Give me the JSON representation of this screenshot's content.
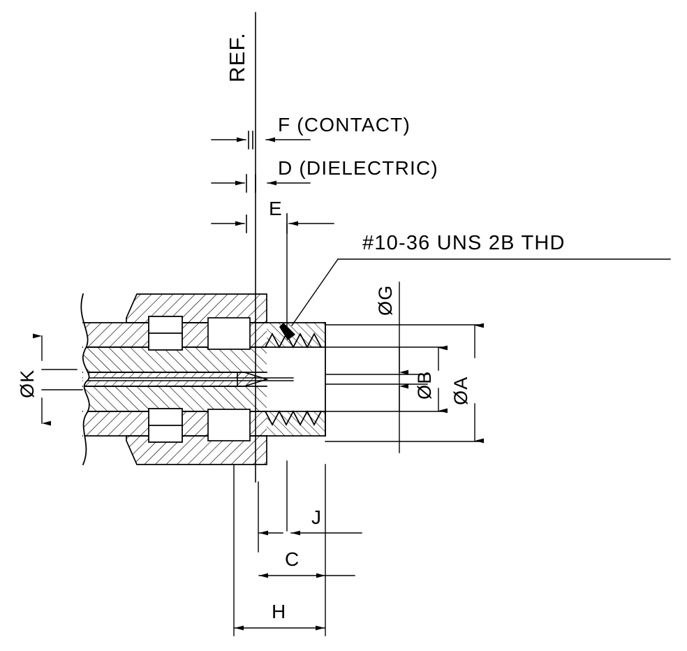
{
  "drawing": {
    "title": "Coaxial connector cross-section assembly drawing",
    "reference_label": "REF.",
    "thread_callout": "#10-36 UNS 2B THD",
    "line_color": "#000000",
    "background_color": "#ffffff"
  },
  "dimensions": {
    "horizontal_top": [
      {
        "id": "F",
        "label": "F",
        "note": "(CONTACT)",
        "full": "F  (CONTACT)"
      },
      {
        "id": "D",
        "label": "D",
        "note": "(DIELECTRIC)",
        "full": "D  (DIELECTRIC)"
      },
      {
        "id": "E",
        "label": "E",
        "note": "",
        "full": "E"
      }
    ],
    "horizontal_bottom": [
      {
        "id": "J",
        "label": "J"
      },
      {
        "id": "C",
        "label": "C"
      },
      {
        "id": "H",
        "label": "H"
      }
    ],
    "vertical_right": [
      {
        "id": "G",
        "label": "ØG"
      },
      {
        "id": "B",
        "label": "ØB"
      },
      {
        "id": "A",
        "label": "ØA"
      }
    ],
    "vertical_left": [
      {
        "id": "K",
        "label": "ØK"
      }
    ]
  },
  "annotations": {
    "thread": "#10-36 UNS 2B THD",
    "contact_note": "F  (CONTACT)",
    "dielectric_note": "D  (DIELECTRIC)"
  }
}
